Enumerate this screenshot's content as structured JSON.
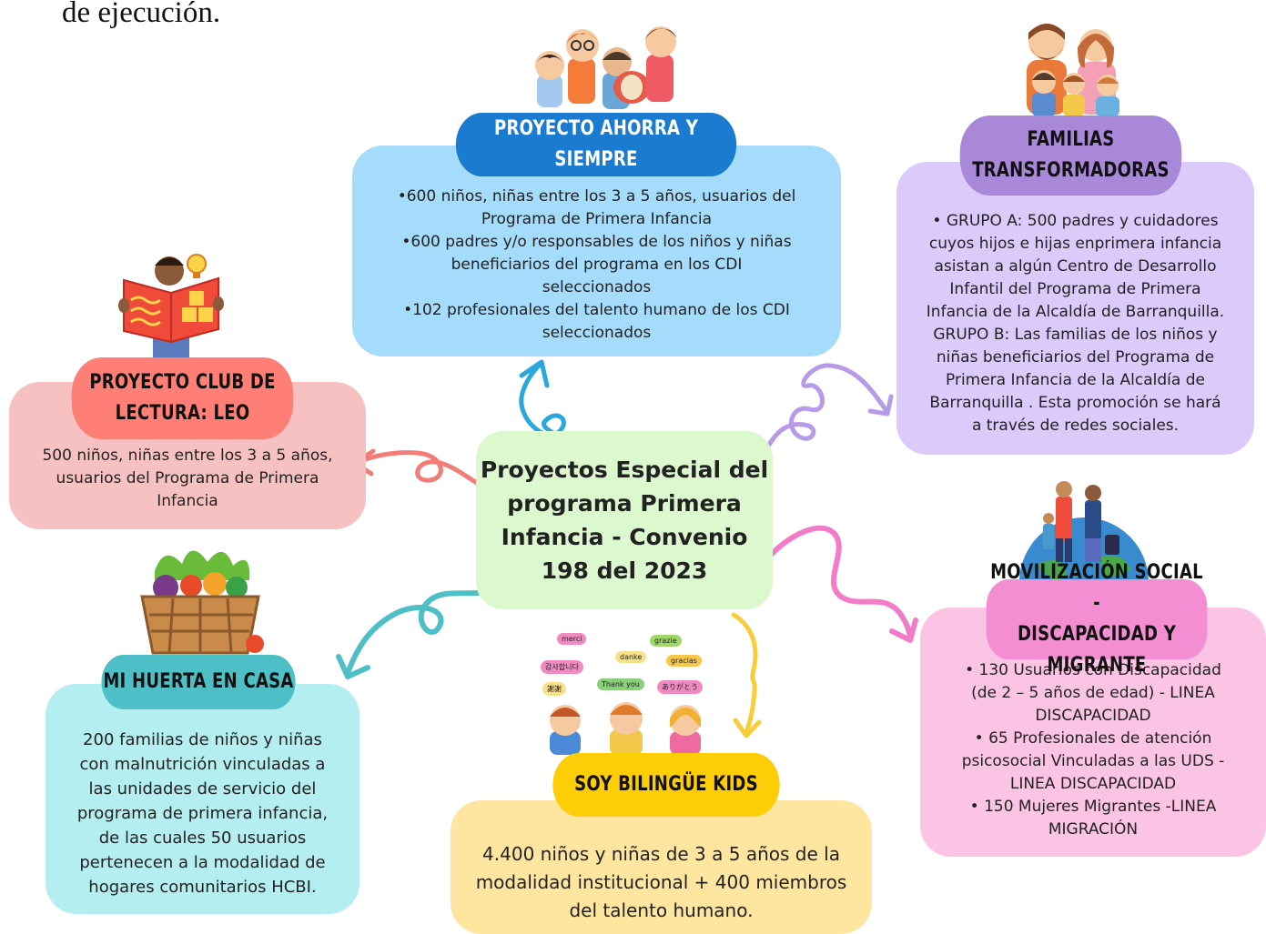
{
  "intro_text": "de ejecución.",
  "center_title": "Proyectos Especial del\nprograma Primera\nInfancia - Convenio\n198 del 2023",
  "nodes": {
    "ahorra": {
      "title": "PROYECTO AHORRA Y SIEMPRE",
      "body": "•600 niños, niñas entre los 3 a 5 años, usuarios del\nPrograma de Primera Infancia\n•600 padres y/o responsables de los niños y niñas\nbeneficiarios del programa en los CDI\nseleccionados\n•102 profesionales del talento humano de los CDI\nseleccionados",
      "color": "#a6dcfb",
      "header_color": "#1b7bd0"
    },
    "familias": {
      "title": "FAMILIAS\nTRANSFORMADORAS",
      "body": "•   GRUPO A: 500 padres y cuidadores\ncuyos hijos e hijas enprimera infancia\nasistan a algún Centro de Desarrollo\nInfantil del Programa de Primera\nInfancia de la Alcaldía de Barranquilla.\nGRUPO B: Las familias de los niños y\nniñas beneficiarios del Programa de\nPrimera Infancia de la Alcaldía de\nBarranquilla . Esta promoción se hará\na través de redes sociales.",
      "color": "#dccafb",
      "header_color": "#a987d9"
    },
    "leo": {
      "title": "PROYECTO CLUB DE\nLECTURA: LEO",
      "body": "500 niños, niñas entre los 3 a 5 años,\nusuarios del Programa de Primera\nInfancia",
      "color": "#f7c1c1",
      "header_color": "#ff7f76"
    },
    "huerta": {
      "title": "MI HUERTA EN CASA",
      "body": "200 familias de niños y niñas\ncon malnutrición vinculadas a\nlas unidades de servicio del\nprograma de primera infancia,\nde las cuales 50 usuarios\npertenecen a la modalidad de\nhogares comunitarios HCBI.",
      "color": "#b5eef0",
      "header_color": "#4ebfc6"
    },
    "bilingue": {
      "title": "SOY BILINGÜE KIDS",
      "body": "4.400 niños y niñas de 3 a 5 años de la\nmodalidad institucional + 400 miembros\ndel talento humano.",
      "color": "#ffe6a0",
      "header_color": "#fdcd07"
    },
    "movilizacion": {
      "title": "MOVILIZACIÓN SOCIAL -\nDISCAPACIDAD Y MIGRANTE",
      "body": "• 130 Usuarios con Discapacidad\n(de 2 – 5 años de edad) - LINEA\nDISCAPACIDAD\n• 65 Profesionales de atención\npsicosocial Vinculadas a las UDS -\nLINEA DISCAPACIDAD\n• 150 Mujeres Migrantes -LINEA\nMIGRACIÓN",
      "color": "#fcc4e4",
      "header_color": "#f48ed2"
    }
  },
  "speech_bubbles": [
    "merci",
    "grazie",
    "danke",
    "gracias",
    "감사합니다",
    "Thank you",
    "ありがとう",
    "謝謝"
  ],
  "colors": {
    "center_bg": "#dcf8cf",
    "arrow_blue": "#2aa8de",
    "arrow_purple": "#b79ae8",
    "arrow_red": "#f27d78",
    "arrow_pink": "#f27cc8",
    "arrow_teal": "#4ebfc6",
    "arrow_yellow": "#f8cd3c"
  }
}
